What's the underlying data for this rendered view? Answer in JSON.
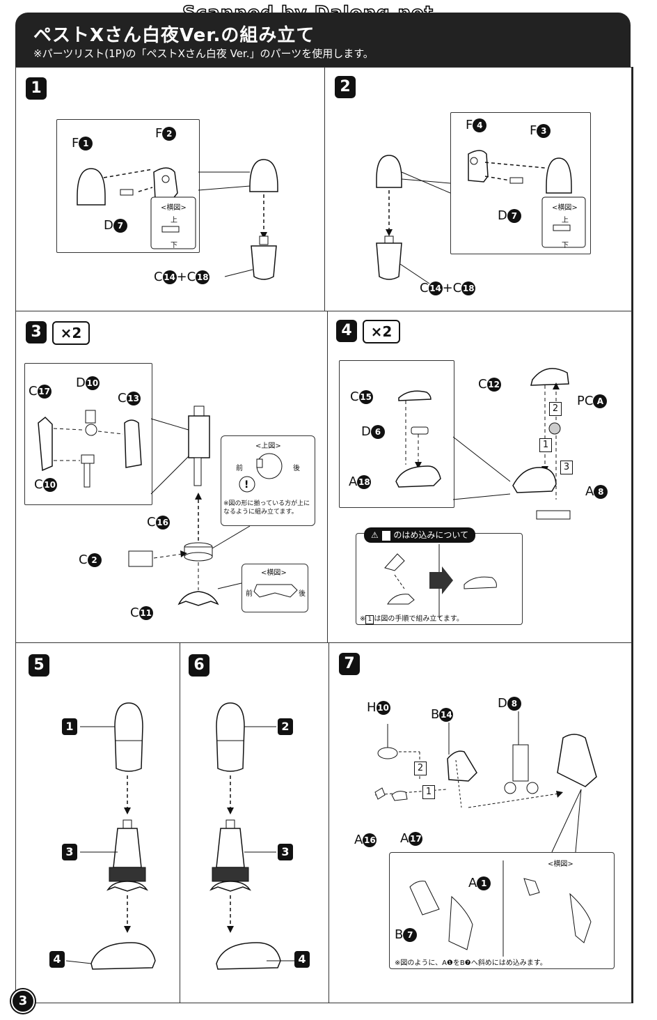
{
  "watermark": "Scanned by Dalong.net",
  "header": {
    "title": "ペストXさん白夜Ver.の組み立て",
    "note": "※パーツリスト(1P)の「ペストXさん白夜 Ver.」のパーツを使用します。"
  },
  "page_number": "3",
  "steps": {
    "s1": {
      "num": "1",
      "F1": "F",
      "F1n": "1",
      "F2": "F",
      "F2n": "2",
      "D7": "D",
      "D7n": "7",
      "C14": "C",
      "C14n": "14",
      "plus": "+",
      "C18": "C",
      "C18n": "18",
      "side_view": "<横図>",
      "up": "上",
      "down": "下"
    },
    "s2": {
      "num": "2",
      "F4": "F",
      "F4n": "4",
      "F3": "F",
      "F3n": "3",
      "D7": "D",
      "D7n": "7",
      "C14": "C",
      "C14n": "14",
      "plus": "+",
      "C18": "C",
      "C18n": "18",
      "side_view": "<横図>",
      "up": "上",
      "down": "下"
    },
    "s3": {
      "num": "3",
      "times": "×2",
      "C17": "C",
      "C17n": "17",
      "D10": "D",
      "D10n": "10",
      "C13": "C",
      "C13n": "13",
      "C10": "C",
      "C10n": "10",
      "C16": "C",
      "C16n": "16",
      "C2": "C",
      "C2n": "2",
      "C11": "C",
      "C11n": "11",
      "top_view": "<上図>",
      "front": "前",
      "back": "後",
      "note": "※図の形に揃っている方が上になるように組み立てます。",
      "side_view": "<横図>",
      "front2": "前",
      "back2": "後"
    },
    "s4": {
      "num": "4",
      "times": "×2",
      "C15": "C",
      "C15n": "15",
      "D6": "D",
      "D6n": "6",
      "A18": "A",
      "A18n": "18",
      "C12": "C",
      "C12n": "12",
      "PCA": "PC",
      "PCAn": "A",
      "A8": "A",
      "A8n": "8",
      "b1": "1",
      "b2": "2",
      "b3": "3",
      "warn_num": "1",
      "warn_title": "のはめ込みについて",
      "warn_note_pre": "※",
      "warn_note_num": "1",
      "warn_note": "は図の手順で組み立てます。"
    },
    "s5": {
      "num": "5",
      "r1": "1",
      "r3": "3",
      "r4": "4"
    },
    "s6": {
      "num": "6",
      "r2": "2",
      "r3": "3",
      "r4": "4"
    },
    "s7": {
      "num": "7",
      "H10": "H",
      "H10n": "10",
      "B14": "B",
      "B14n": "14",
      "D8": "D",
      "D8n": "8",
      "A16": "A",
      "A16n": "16",
      "A17": "A",
      "A17n": "17",
      "b1": "1",
      "b2": "2",
      "side_view": "<横図>",
      "A1": "A",
      "A1n": "1",
      "B7": "B",
      "B7n": "7",
      "note": "※図のように、A❶をB❼へ斜めにはめ込みます。"
    }
  }
}
